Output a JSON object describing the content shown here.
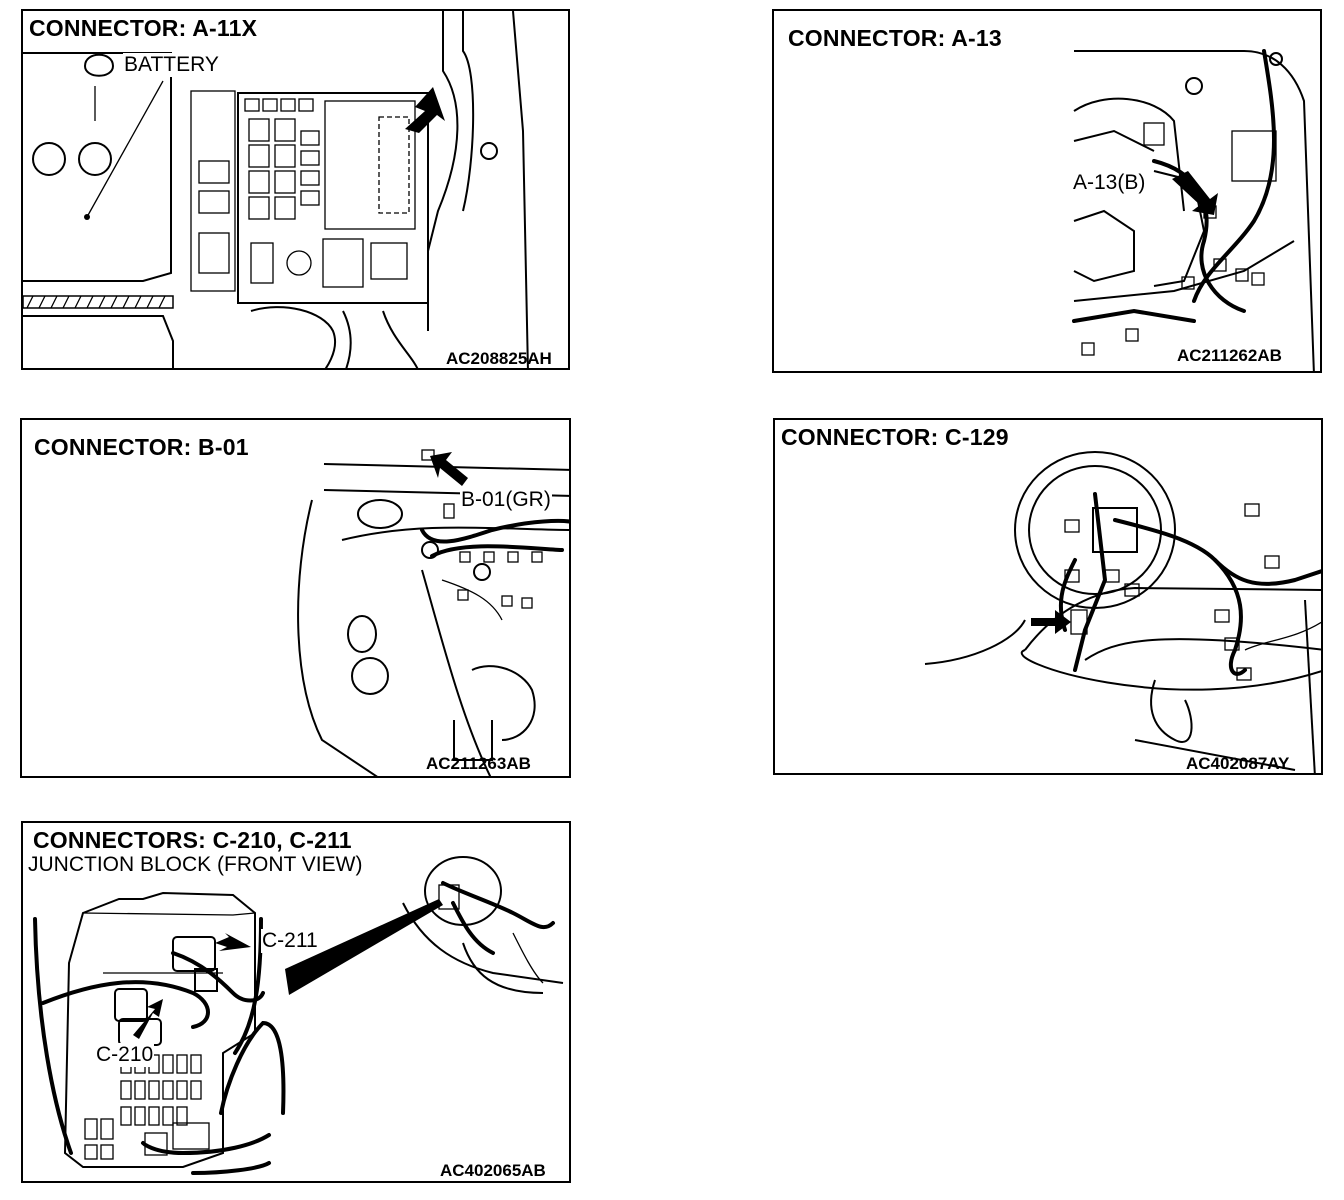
{
  "panels": [
    {
      "id": "a11x",
      "title": "CONNECTOR: A-11X",
      "labels": [
        "BATTERY"
      ],
      "code": "AC208825AH"
    },
    {
      "id": "a13",
      "title": "CONNECTOR: A-13",
      "labels": [
        "A-13(B)"
      ],
      "code": "AC211262AB"
    },
    {
      "id": "b01",
      "title": "CONNECTOR: B-01",
      "labels": [
        "B-01(GR)"
      ],
      "code": "AC211263AB"
    },
    {
      "id": "c129",
      "title": "CONNECTOR: C-129",
      "labels": [],
      "code": "AC402087AY"
    },
    {
      "id": "c210",
      "title": "CONNECTORS: C-210, C-211",
      "subtitle": "JUNCTION BLOCK (FRONT VIEW)",
      "labels": [
        "C-211",
        "C-210"
      ],
      "code": "AC402065AB"
    }
  ],
  "icons": {
    "pointer": "black-arrow-icon"
  }
}
